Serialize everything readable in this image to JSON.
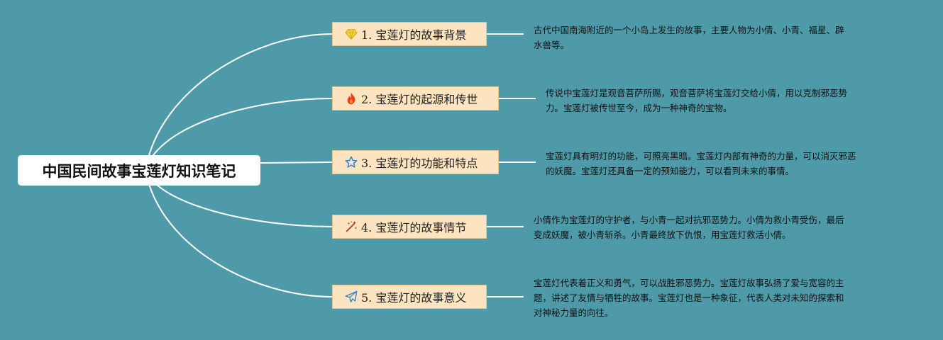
{
  "root": {
    "title": "中国民间故事宝莲灯知识笔记"
  },
  "branches": [
    {
      "label": "1. 宝莲灯的故事背景",
      "icon": "diamond-icon",
      "note": "古代中国南海附近的一个小岛上发生的故事，主要人物为小倩、小青、福星、辟\n水兽等。"
    },
    {
      "label": "2. 宝莲灯的起源和传世",
      "icon": "fire-icon",
      "note": "传说中宝莲灯是观音菩萨所赐，观音菩萨将宝莲灯交给小倩，用以克制邪恶势\n力。宝莲灯被传世至今，成为一种神奇的宝物。"
    },
    {
      "label": "3. 宝莲灯的功能和特点",
      "icon": "star-icon",
      "note": "宝莲灯具有明灯的功能，可照亮黑暗。宝莲灯内部有神奇的力量，可以消灭邪恶\n的妖魔。宝莲灯还具备一定的预知能力，可以看到未来的事情。"
    },
    {
      "label": "4. 宝莲灯的故事情节",
      "icon": "magic-wand-icon",
      "note": "小倩作为宝莲灯的守护者，与小青一起对抗邪恶势力。小倩为救小青受伤，最后\n变成妖魔，被小青斩杀。小青最终放下仇恨，用宝莲灯救活小倩。"
    },
    {
      "label": "5. 宝莲灯的故事意义",
      "icon": "paper-plane-icon",
      "note": "宝莲灯代表着正义和勇气，可以战胜邪恶势力。宝莲灯故事弘扬了爱与宽容的主\n题，讲述了友情与牺牲的故事。宝莲灯也是一种象征，代表人类对未知的探索和\n对神秘力量的向往。"
    }
  ],
  "colors": {
    "background": "#4f9aa8",
    "branch_fill": "#fde4c0",
    "connector": "#ffffff",
    "diamond": "#f2d23a",
    "fire": "#e8401c",
    "star": "#2f7fd6",
    "wand": "#d43a2a",
    "plane": "#2f7fd6"
  }
}
